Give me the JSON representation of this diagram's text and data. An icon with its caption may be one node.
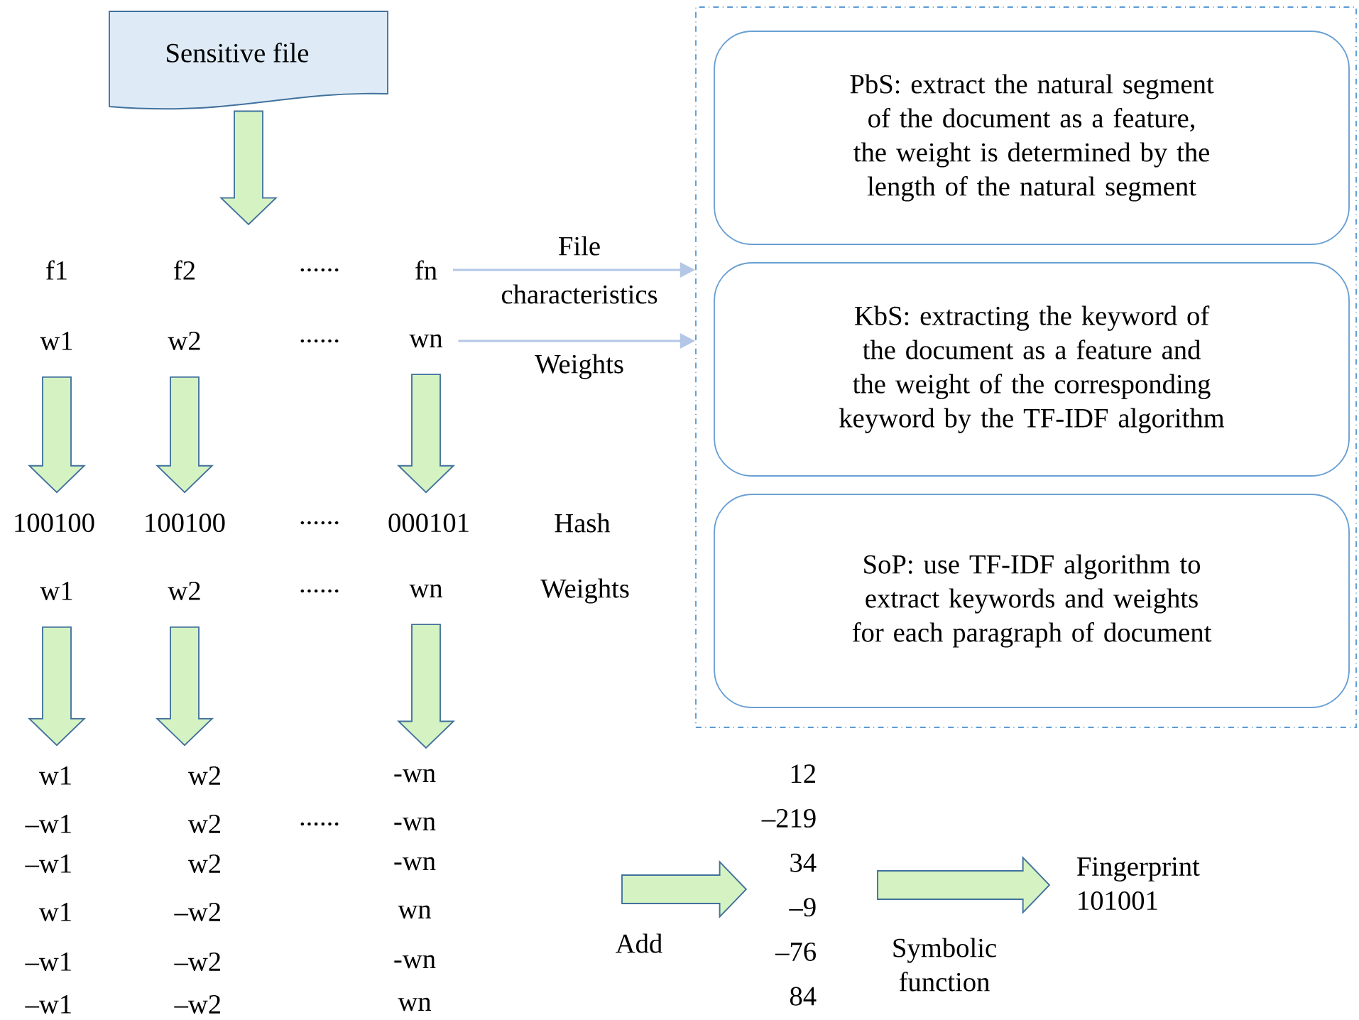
{
  "diagram": {
    "nodes": [
      {
        "text": [
          "Sensitive file"
        ]
      },
      {
        "text": [],
        "shape": "box"
      },
      {
        "text": [
          "PbS: extract the natural segment of the document as a feature, the weight is determined by the length of the natural segment"
        ],
        "in": 1
      },
      {
        "text": [
          "KbS: extracting the keyword of the document as a feature and the weight of the corresponding keyword by the TF-IDF algorithm"
        ],
        "in": 1
      },
      {
        "text": [
          "SoP: use TF-IDF algorithm to extract keywords and weights for each paragraph of document"
        ],
        "in": 1
      },
      {
        "text": [
          "fn"
        ]
      },
      {
        "text": [
          "w1"
        ]
      },
      {
        "text": [
          "w2"
        ]
      },
      {
        "text": [
          "wn"
        ]
      },
      {
        "text": [
          "100100"
        ]
      },
      {
        "text": [
          "100100"
        ]
      },
      {
        "text": [
          "000101"
        ]
      },
      {
        "text": [
          "w1"
        ]
      },
      {
        "text": [
          "w2"
        ]
      },
      {
        "text": [
          "wn"
        ]
      },
      {
        "text": [
          "w1"
        ]
      },
      {
        "text": [
          "w2"
        ]
      },
      {
        "text": [
          "-wn"
        ]
      },
      {
        "text": [
          "12",
          "–219",
          "34",
          "–9",
          "–76",
          "84"
        ]
      },
      {
        "text": [
          "Fingerprint 101001"
        ]
      }
    ],
    "edges": [
      {
        "from": 0,
        "to": null,
        "arrow": "to",
        "style": "thick"
      },
      {
        "from": 5,
        "to": 1,
        "arrow": "to",
        "label": "File characteristics",
        "color": "#b4c7e7"
      },
      {
        "from": 8,
        "to": 1,
        "arrow": "to",
        "label": "Weights",
        "color": "#b4c7e7"
      },
      {
        "from": 6,
        "to": 9,
        "arrow": "to",
        "style": "thick"
      },
      {
        "from": 7,
        "to": 10,
        "arrow": "to",
        "style": "thick"
      },
      {
        "from": 8,
        "to": 11,
        "arrow": "to",
        "style": "thick"
      },
      {
        "from": 12,
        "to": 15,
        "arrow": "to",
        "style": "thick"
      },
      {
        "from": 13,
        "to": 16,
        "arrow": "to",
        "style": "thick"
      },
      {
        "from": 14,
        "to": 17,
        "arrow": "to",
        "style": "thick"
      },
      {
        "from": null,
        "to": 18,
        "arrow": "to",
        "label": "Add",
        "style": "thick"
      },
      {
        "from": 18,
        "to": 19,
        "arrow": "to",
        "label": "Symbolic function",
        "style": "thick"
      }
    ],
    "labels": [
      "f1",
      "f2",
      "......",
      "......",
      "......",
      "Hash",
      "......",
      "Weights",
      "–w1",
      "w2",
      "......",
      "-wn",
      "–w1",
      "w2",
      "-wn",
      "w1",
      "–w2",
      "wn",
      "–w1",
      "–w2",
      "-wn",
      "–w1",
      "–w2",
      "wn"
    ]
  }
}
